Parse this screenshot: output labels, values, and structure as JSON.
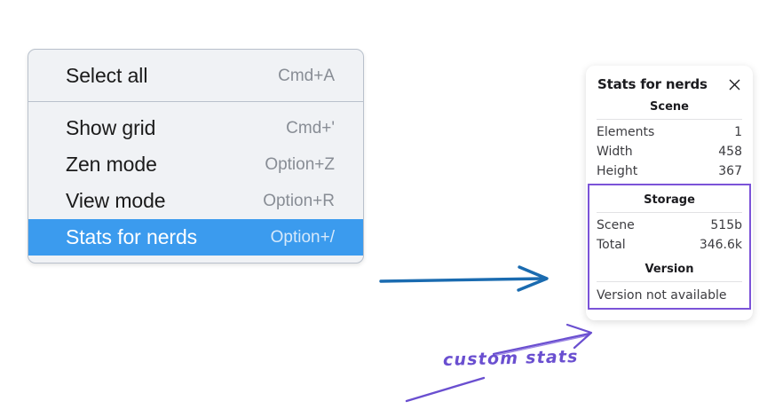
{
  "context_menu": {
    "name": "canvas-context-menu",
    "sections": [
      {
        "items": [
          {
            "label": "Select all",
            "shortcut": "Cmd+A",
            "selected": false,
            "name": "menu-item-select-all"
          }
        ]
      },
      {
        "items": [
          {
            "label": "Show grid",
            "shortcut": "Cmd+'",
            "selected": false,
            "name": "menu-item-show-grid"
          },
          {
            "label": "Zen mode",
            "shortcut": "Option+Z",
            "selected": false,
            "name": "menu-item-zen-mode"
          },
          {
            "label": "View mode",
            "shortcut": "Option+R",
            "selected": false,
            "name": "menu-item-view-mode"
          },
          {
            "label": "Stats for nerds",
            "shortcut": "Option+/",
            "selected": true,
            "name": "menu-item-stats-for-nerds"
          }
        ]
      }
    ]
  },
  "stats_panel": {
    "title": "Stats for nerds",
    "close_icon": "close-icon",
    "scene": {
      "heading": "Scene",
      "rows": [
        {
          "key": "Elements",
          "value": "1"
        },
        {
          "key": "Width",
          "value": "458"
        },
        {
          "key": "Height",
          "value": "367"
        }
      ]
    },
    "storage": {
      "heading": "Storage",
      "rows": [
        {
          "key": "Scene",
          "value": "515b"
        },
        {
          "key": "Total",
          "value": "346.6k"
        }
      ]
    },
    "version": {
      "heading": "Version",
      "text": "Version not available"
    }
  },
  "annotations": {
    "custom_stats_label": "custom stats",
    "blue_arrow_color": "#1a6bb0",
    "purple_color": "#6a4fd0",
    "highlight_box_color": "#7b53d8"
  },
  "colors": {
    "menu_background": "#f0f2f5",
    "menu_border": "#b9c1cc",
    "selection_blue": "#3b9bee",
    "panel_background": "#ffffff",
    "page_background": "#ffffff"
  }
}
